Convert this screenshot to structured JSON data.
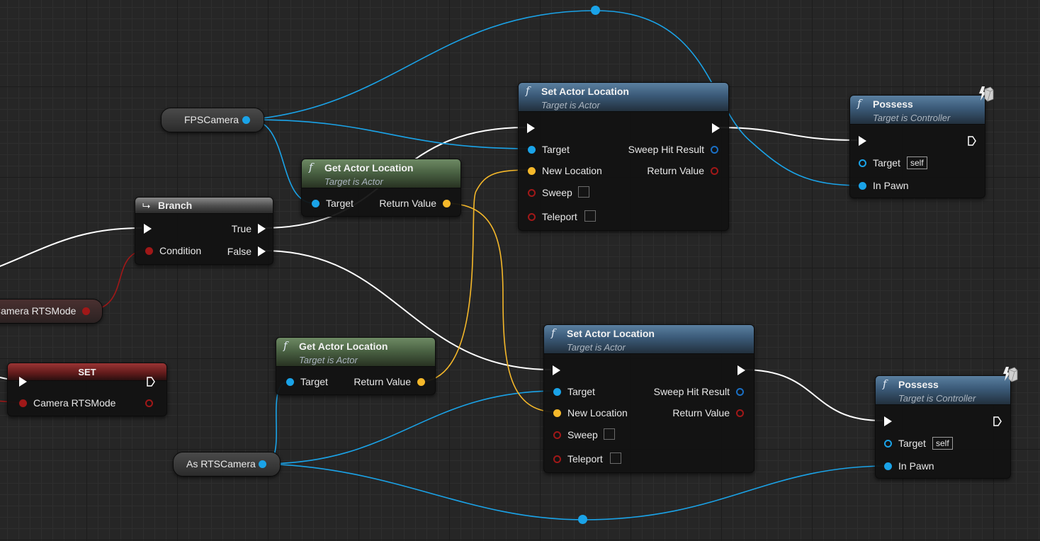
{
  "graph": {
    "nodes": {
      "fps_camera": {
        "label": "FPSCamera"
      },
      "as_rts_camera": {
        "label": "As RTSCamera"
      },
      "camera_rtsmode_get": {
        "label": "Camera RTSMode"
      },
      "branch": {
        "title": "Branch",
        "true_label": "True",
        "false_label": "False",
        "condition_label": "Condition"
      },
      "set_node": {
        "title": "SET",
        "var_label": "Camera RTSMode"
      },
      "get_loc_1": {
        "title": "Get Actor Location",
        "subtitle": "Target is Actor",
        "target_label": "Target",
        "return_label": "Return Value"
      },
      "get_loc_2": {
        "title": "Get Actor Location",
        "subtitle": "Target is Actor",
        "target_label": "Target",
        "return_label": "Return Value"
      },
      "set_loc_1": {
        "title": "Set Actor Location",
        "subtitle": "Target is Actor",
        "target_label": "Target",
        "new_location_label": "New Location",
        "sweep_label": "Sweep",
        "teleport_label": "Teleport",
        "sweep_hit_label": "Sweep Hit Result",
        "return_label": "Return Value"
      },
      "set_loc_2": {
        "title": "Set Actor Location",
        "subtitle": "Target is Actor",
        "target_label": "Target",
        "new_location_label": "New Location",
        "sweep_label": "Sweep",
        "teleport_label": "Teleport",
        "sweep_hit_label": "Sweep Hit Result",
        "return_label": "Return Value"
      },
      "possess_1": {
        "title": "Possess",
        "subtitle": "Target is Controller",
        "target_label": "Target",
        "self_label": "self",
        "in_pawn_label": "In Pawn"
      },
      "possess_2": {
        "title": "Possess",
        "subtitle": "Target is Controller",
        "target_label": "Target",
        "self_label": "self",
        "in_pawn_label": "In Pawn"
      }
    },
    "function_glyph": "f",
    "colors": {
      "exec_wire": "#ffffff",
      "object_wire": "#1aa3e8",
      "vector_wire": "#f5b82a",
      "bool_wire": "#a01818"
    }
  }
}
